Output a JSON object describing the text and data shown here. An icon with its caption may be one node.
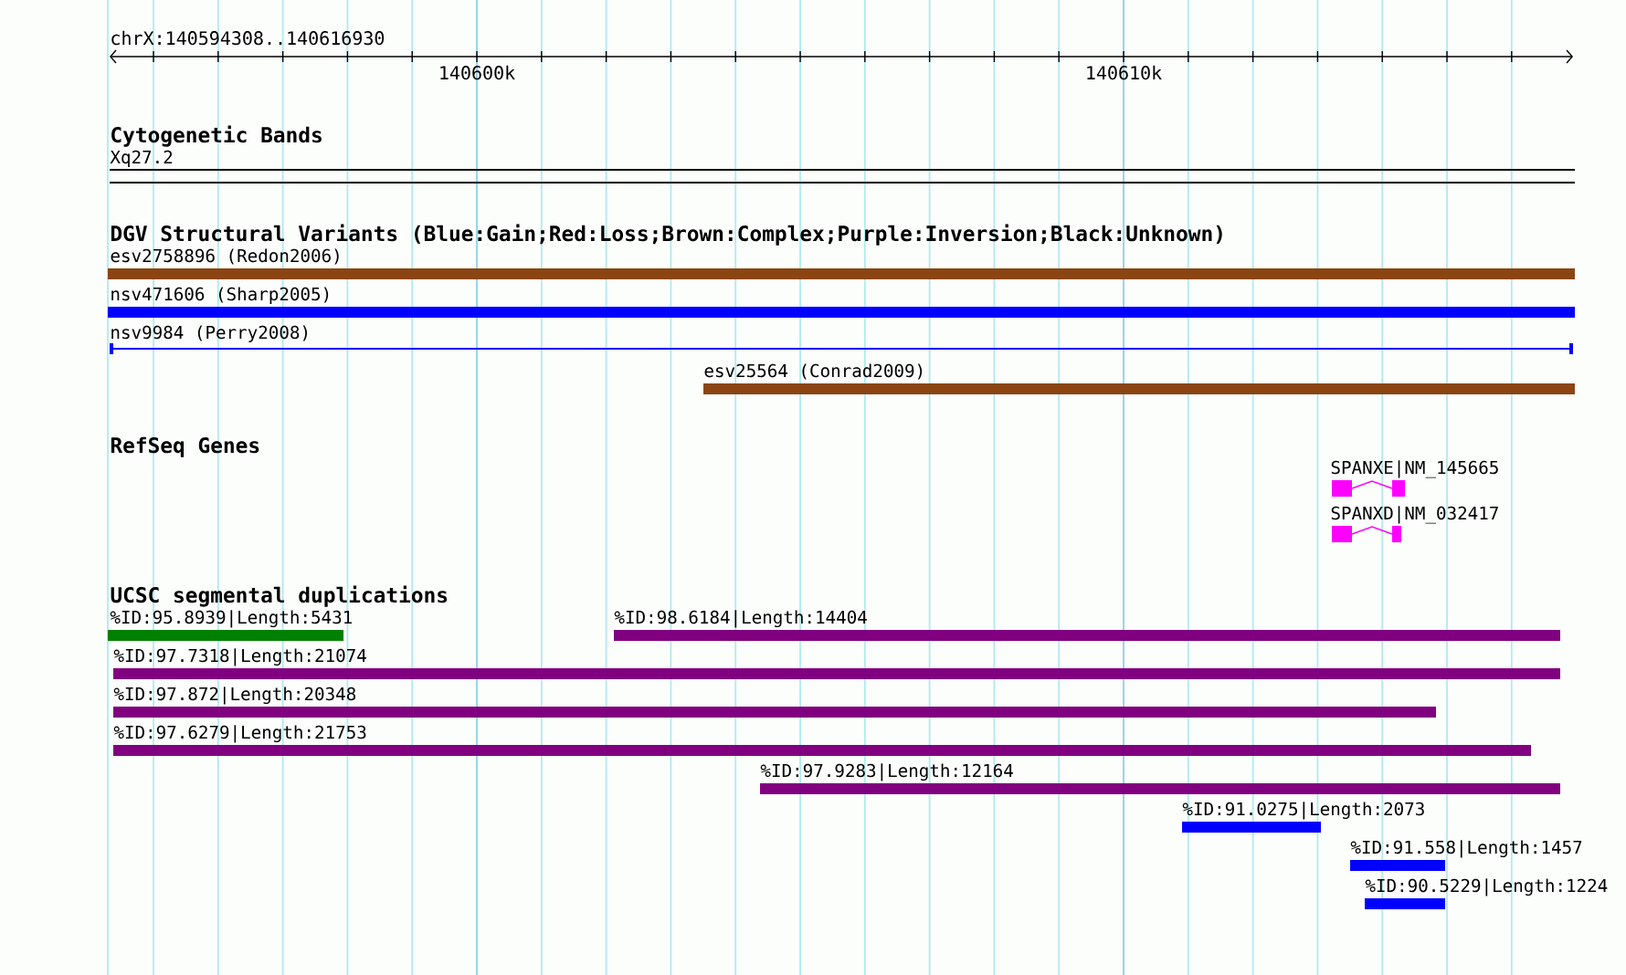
{
  "diagram": {
    "nodes": [
      {
        "text": [
          "Xq27.2"
        ]
      },
      {
        "text": [
          "esv2758896 (Redon2006)"
        ]
      },
      {
        "text": [
          "nsv471606 (Sharp2005)"
        ]
      },
      {
        "text": [
          "nsv9984 (Perry2008)"
        ]
      },
      {
        "text": [
          "esv25564 (Conrad2009)"
        ]
      },
      {
        "text": [
          "SPANXE|NM_145665"
        ]
      },
      {
        "text": [
          "SPANXD|NM_032417"
        ]
      },
      {
        "text": [
          "%ID:95.8939|Length:5431"
        ]
      },
      {
        "text": [
          "%ID:98.6184|Length:14404"
        ]
      },
      {
        "text": [
          "%ID:97.7318|Length:21074"
        ]
      },
      {
        "text": [
          "%ID:97.872|Length:20348"
        ]
      },
      {
        "text": [
          "%ID:97.6279|Length:21753"
        ]
      },
      {
        "text": [
          "%ID:97.9283|Length:12164"
        ]
      },
      {
        "text": [
          "%ID:91.0275|Length:2073"
        ]
      },
      {
        "text": [
          "%ID:91.558|Length:1457"
        ]
      },
      {
        "text": [
          "%ID:90.5229|Length:1224"
        ]
      }
    ],
    "labels": [
      "chrX:140594308..140616930",
      "140600k",
      "140610k",
      "Cytogenetic Bands",
      "DGV Structural Variants (Blue:Gain;Red:Loss;Brown:Complex;Purple:Inversion;Black:Unknown)",
      "RefSeq Genes",
      "UCSC segmental duplications"
    ]
  }
}
